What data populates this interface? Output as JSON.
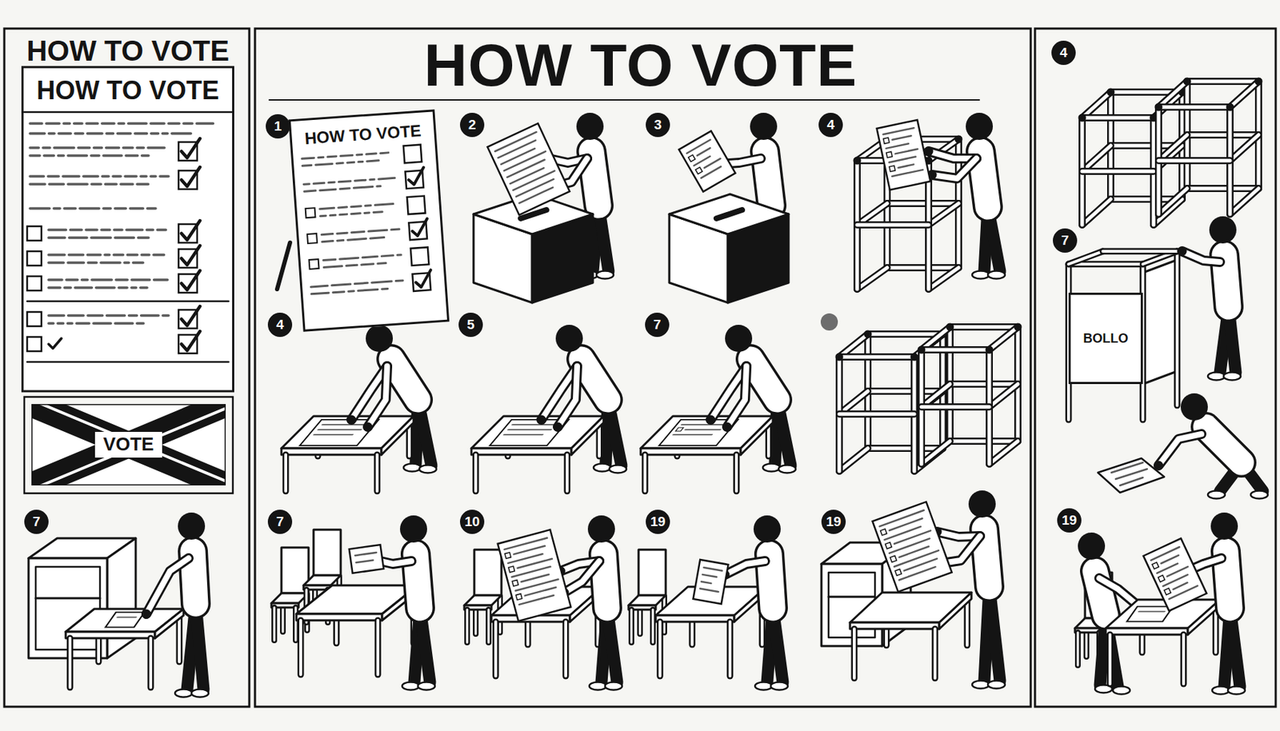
{
  "diagram": {
    "title": "HOW TO VOTE",
    "nodes": [
      {
        "text": [
          "HOW TO VOTE",
          "HOW TO VOTE"
        ]
      },
      {
        "text": [
          "VOTE"
        ]
      },
      {
        "text": [
          "HOW TO VOTE"
        ]
      },
      {
        "text": [
          "BOLLO"
        ]
      }
    ],
    "labels": [
      "7",
      "1",
      "2",
      "3",
      "4",
      "4",
      "5",
      "7",
      "7",
      "10",
      "19",
      "19",
      "4",
      "7",
      "19"
    ]
  }
}
